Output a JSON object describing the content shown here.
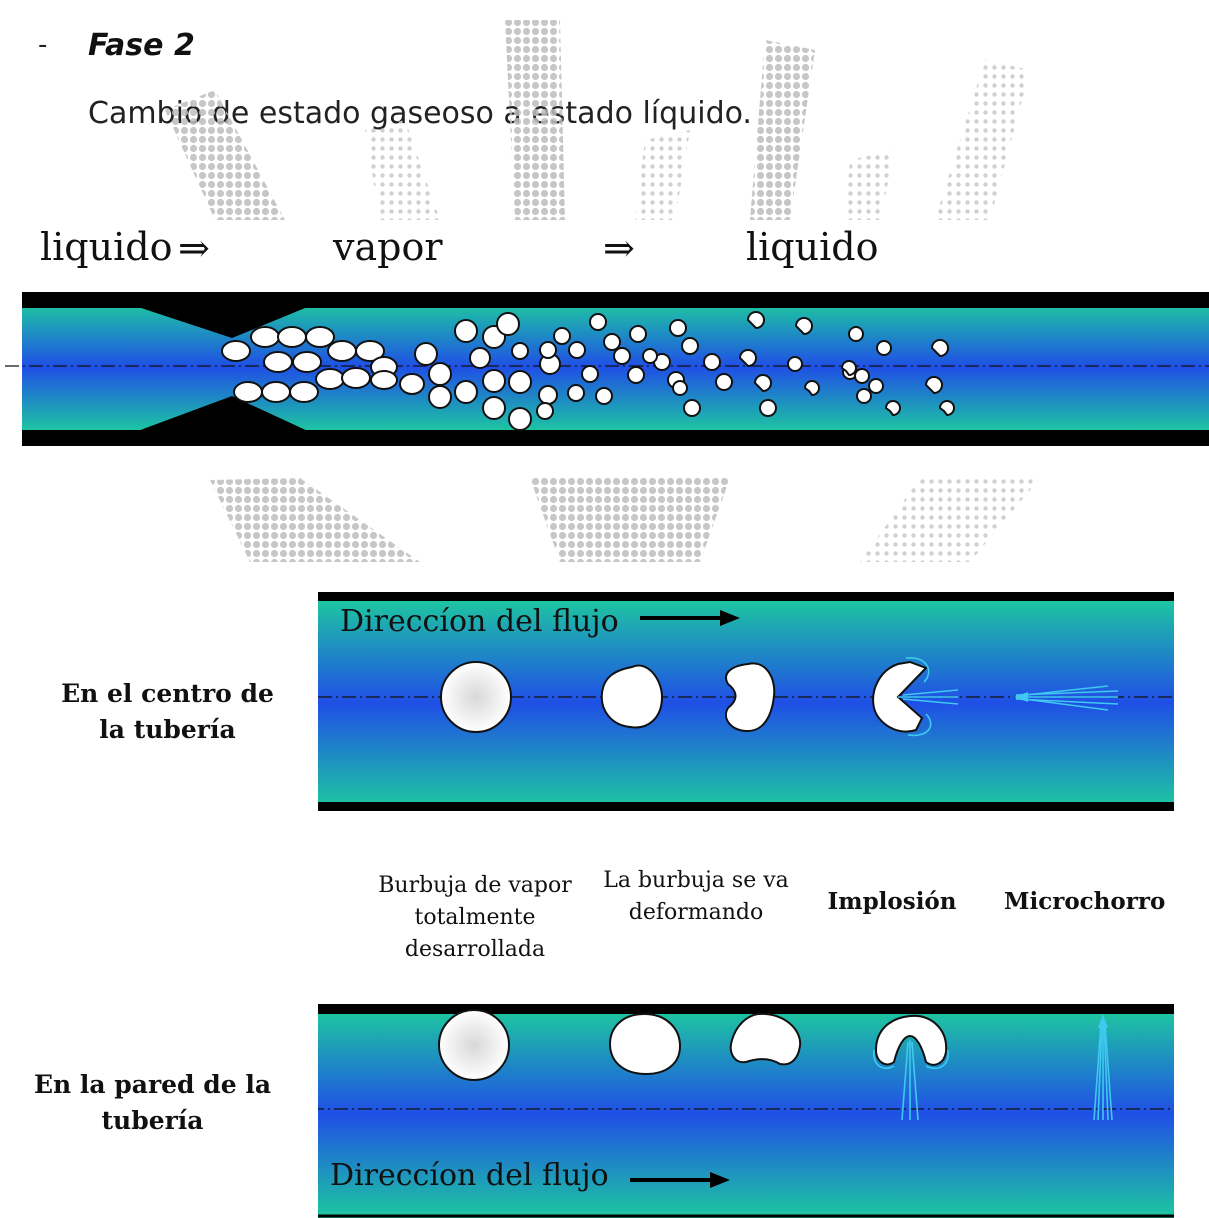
{
  "header": {
    "bullet": "-",
    "phase_title": "Fase 2",
    "phase_description": "Cambio de estado gaseoso a estado líquido."
  },
  "top_diagram": {
    "labels": [
      "liquido",
      "vapor",
      "liquido"
    ],
    "arrow_glyph": "⇒"
  },
  "center_diagram": {
    "side_label_line1": "En el centro de",
    "side_label_line2": "la tubería",
    "flow_label": "Direccíon del flujo"
  },
  "stages": {
    "stage1_line1": "Burbuja de vapor",
    "stage1_line2": "totalmente",
    "stage1_line3": "desarrollada",
    "stage2_line1": "La burbuja se va",
    "stage2_line2": "deformando",
    "stage3": "Implosión",
    "stage4": "Microchorro"
  },
  "wall_diagram": {
    "side_label_line1": "En la pared de la",
    "side_label_line2": "tubería",
    "flow_label": "Direccíon del flujo"
  },
  "colors": {
    "pipe_outer": "#1ec8a0",
    "pipe_center": "#1f4fe6",
    "wall": "#000000",
    "jet": "#3fc8f0"
  }
}
